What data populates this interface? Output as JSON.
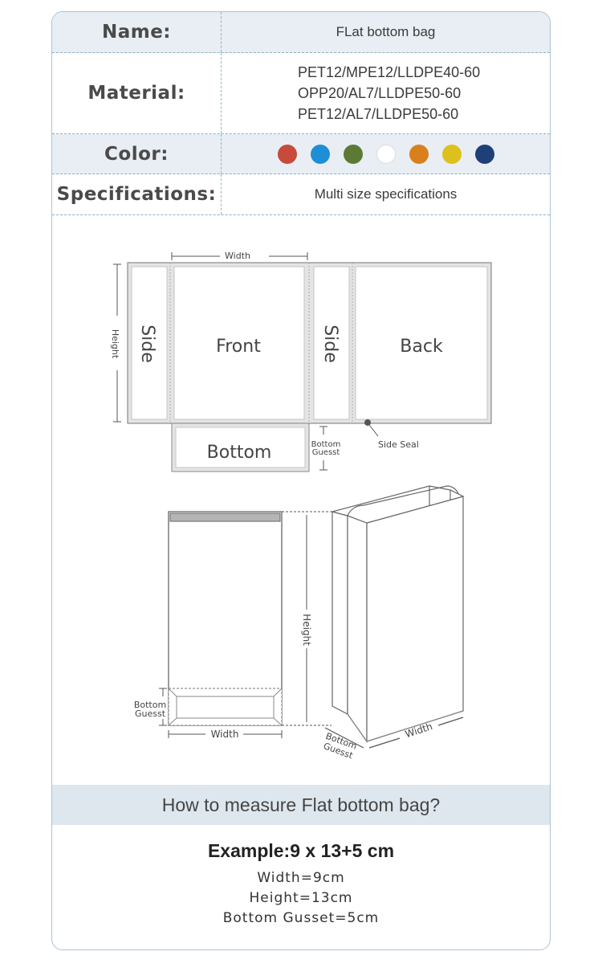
{
  "spec_table": {
    "name_label": "Name:",
    "name_value": "FLat bottom bag",
    "material_label": "Material:",
    "material_lines": [
      "PET12/MPE12/LLDPE40-60",
      "OPP20/AL7/LLDPE50-60",
      "PET12/AL7/LLDPE50-60"
    ],
    "color_label": "Color:",
    "colors": [
      "#c64b3a",
      "#1e8fd6",
      "#5c7a35",
      "#ffffff",
      "#d9801e",
      "#dcc11e",
      "#1f3f78"
    ],
    "spec_label": "Specifications:",
    "spec_value": "Multi size specifications"
  },
  "diagram_flat": {
    "width": "Width",
    "height": "Height",
    "side": "Side",
    "front": "Front",
    "back": "Back",
    "bottom": "Bottom",
    "bottom_gusset_1": "Bottom",
    "bottom_gusset_2": "Guesst",
    "side_seal": "Side Seal"
  },
  "diagram_bag": {
    "height": "Height",
    "bottom_1": "Bottom",
    "bottom_2": "Guesst",
    "width": "Width",
    "side_width": "Width",
    "side_bottom_1": "Bottom",
    "side_bottom_2": "Guesst"
  },
  "banner": "How to measure  Flat bottom bag?",
  "example": {
    "title": "Example:9 x 13+5 cm",
    "width": "Width=9cm",
    "height": "Height=13cm",
    "gusset": "Bottom Gusset=5cm"
  }
}
